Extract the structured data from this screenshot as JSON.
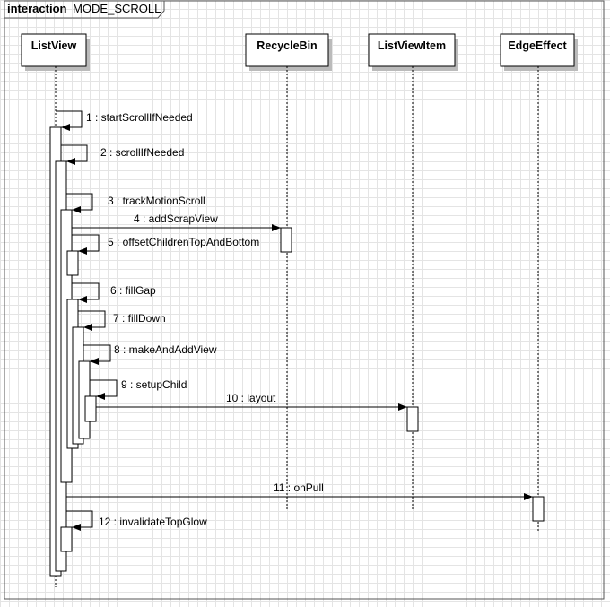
{
  "frame": {
    "keyword": "interaction",
    "name": "MODE_SCROLL"
  },
  "lifelines": [
    {
      "name": "ListView"
    },
    {
      "name": "RecycleBin"
    },
    {
      "name": "ListViewItem"
    },
    {
      "name": "EdgeEffect"
    }
  ],
  "messages": [
    {
      "label": "1 : startScrollIfNeeded"
    },
    {
      "label": "2 : scrollIfNeeded"
    },
    {
      "label": "3 : trackMotionScroll"
    },
    {
      "label": "4 : addScrapView"
    },
    {
      "label": "5 : offsetChildrenTopAndBottom"
    },
    {
      "label": "6 : fillGap"
    },
    {
      "label": "7 : fillDown"
    },
    {
      "label": "8 : makeAndAddView"
    },
    {
      "label": "9 : setupChild"
    },
    {
      "label": "10 : layout"
    },
    {
      "label": "11 : onPull"
    },
    {
      "label": "12 : invalidateTopGlow"
    }
  ],
  "colors": {
    "line": "#000000",
    "box_fill": "#ffffff",
    "shadow": "#bbbbbb",
    "grid": "#e4e4e4"
  }
}
